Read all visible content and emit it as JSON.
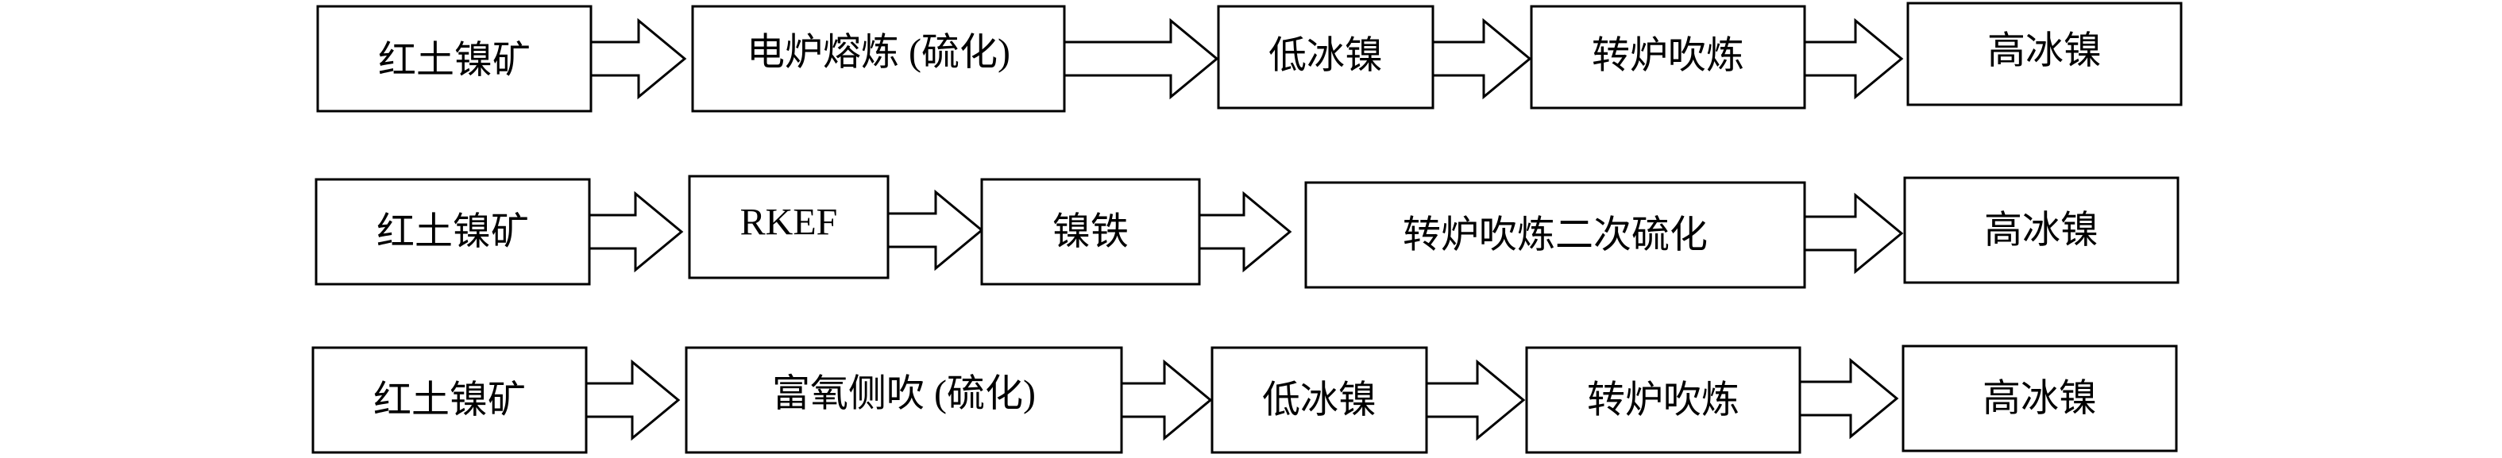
{
  "flows": [
    {
      "nodes": [
        "红土镍矿",
        "电炉熔炼 (硫化)",
        "低冰镍",
        "转炉吹炼",
        "高冰镍"
      ]
    },
    {
      "nodes": [
        "红土镍矿",
        "RKEF",
        "镍铁",
        "转炉吹炼二次硫化",
        "高冰镍"
      ]
    },
    {
      "nodes": [
        "红土镍矿",
        "富氧侧吹 (硫化)",
        "低冰镍",
        "转炉吹炼",
        "高冰镍"
      ]
    }
  ]
}
